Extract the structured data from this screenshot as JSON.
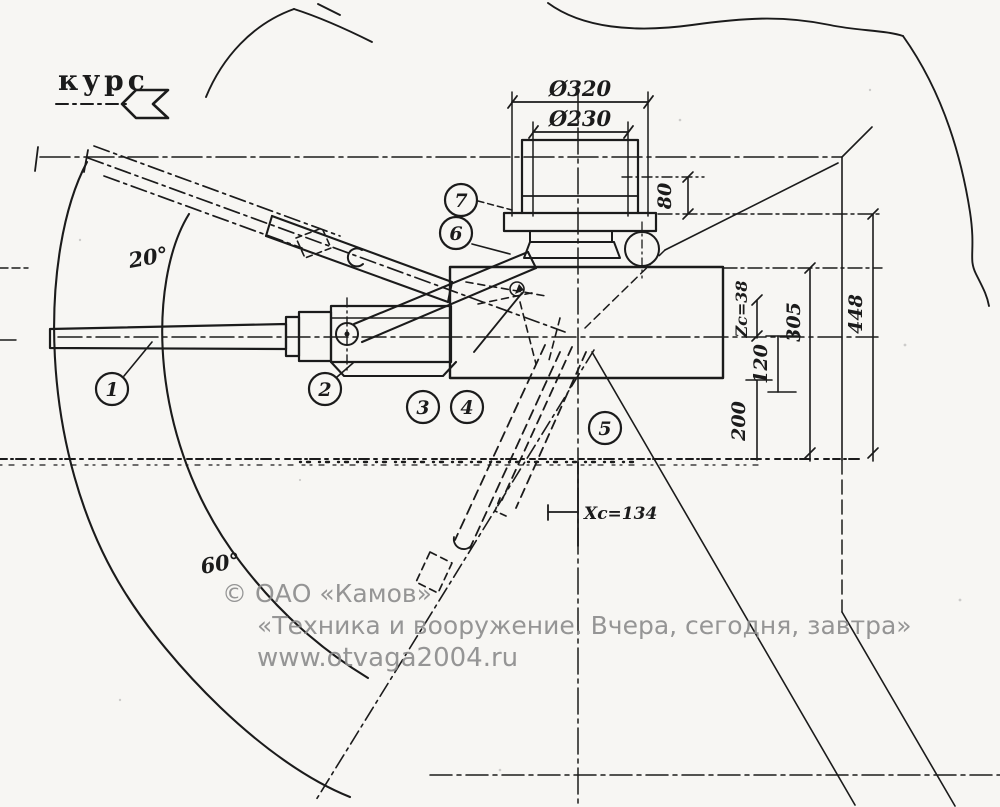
{
  "meta": {
    "ink_color": "#1b1b1b",
    "paper_color": "#f7f6f3",
    "watermark_color": "#8b8b8b",
    "drawing_subject": "gun-mount side elevation"
  },
  "labels": {
    "course": "курс",
    "angle_up": "20°",
    "angle_down": "60°",
    "dia_outer": "Ø320",
    "dia_inner": "Ø230",
    "dim_80": "80",
    "dim_448": "448",
    "dim_305": "305",
    "dim_120": "120",
    "dim_zc": "Zc=38",
    "dim_200": "200",
    "dim_xc": "Xc=134"
  },
  "callouts": [
    {
      "n": "1"
    },
    {
      "n": "2"
    },
    {
      "n": "3"
    },
    {
      "n": "4"
    },
    {
      "n": "5"
    },
    {
      "n": "6"
    },
    {
      "n": "7"
    }
  ],
  "watermark": {
    "line1": "© ОАО «Камов»",
    "line2": "«Техника и вооружение. Вчера, сегодня, завтра»",
    "line3": "www.otvaga2004.ru"
  }
}
